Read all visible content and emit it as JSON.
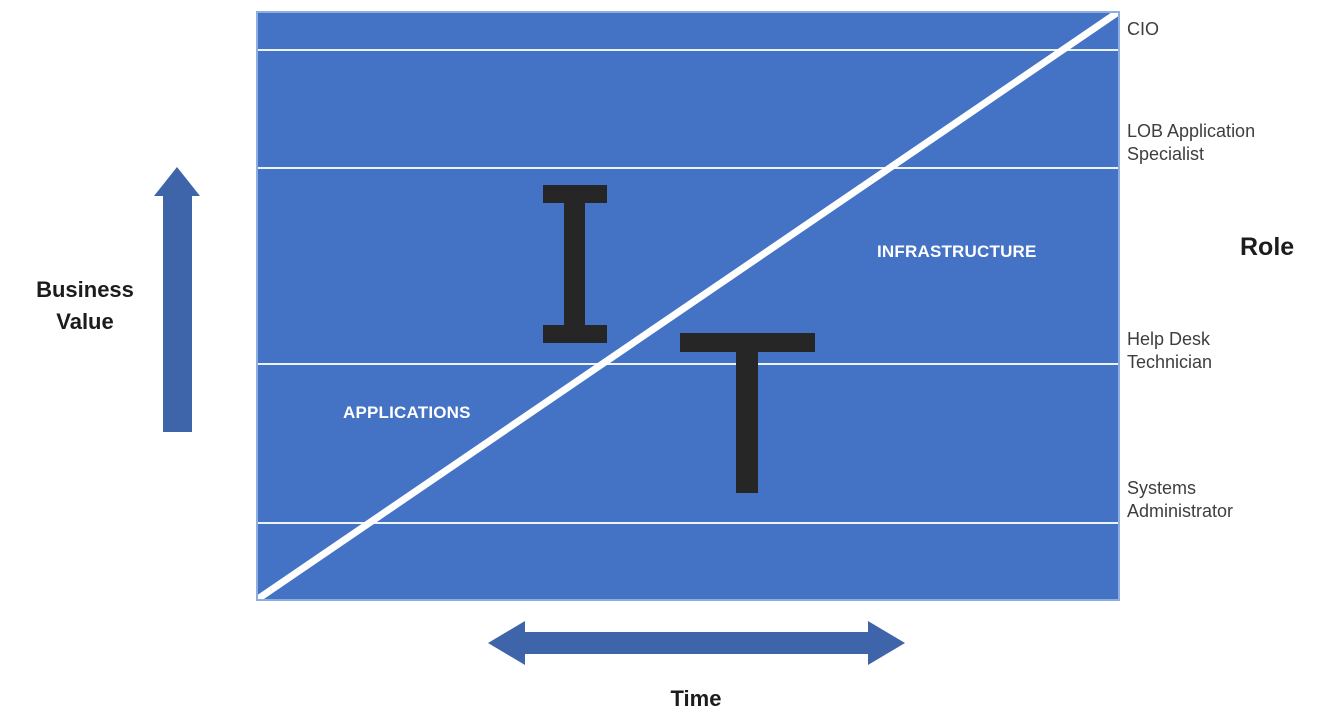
{
  "labels": {
    "business_value": "Business\nValue",
    "time": "Time",
    "role": "Role"
  },
  "regions": {
    "applications": "APPLICATIONS",
    "infrastructure": "INFRASTRUCTURE"
  },
  "roles": [
    "CIO",
    "LOB Application\nSpecialist",
    "Help Desk\nTechnician",
    "Systems\nAdministrator"
  ],
  "monogram": "IT",
  "colors": {
    "panel_blue": "#4472C4",
    "arrow_blue": "#3E64A9",
    "divider": "#EDF3FB",
    "diagonal": "#FFFFFF",
    "monogram_dark": "#262626",
    "heading_dark": "#1C1C1C",
    "role_gray": "#3E3E3E"
  }
}
